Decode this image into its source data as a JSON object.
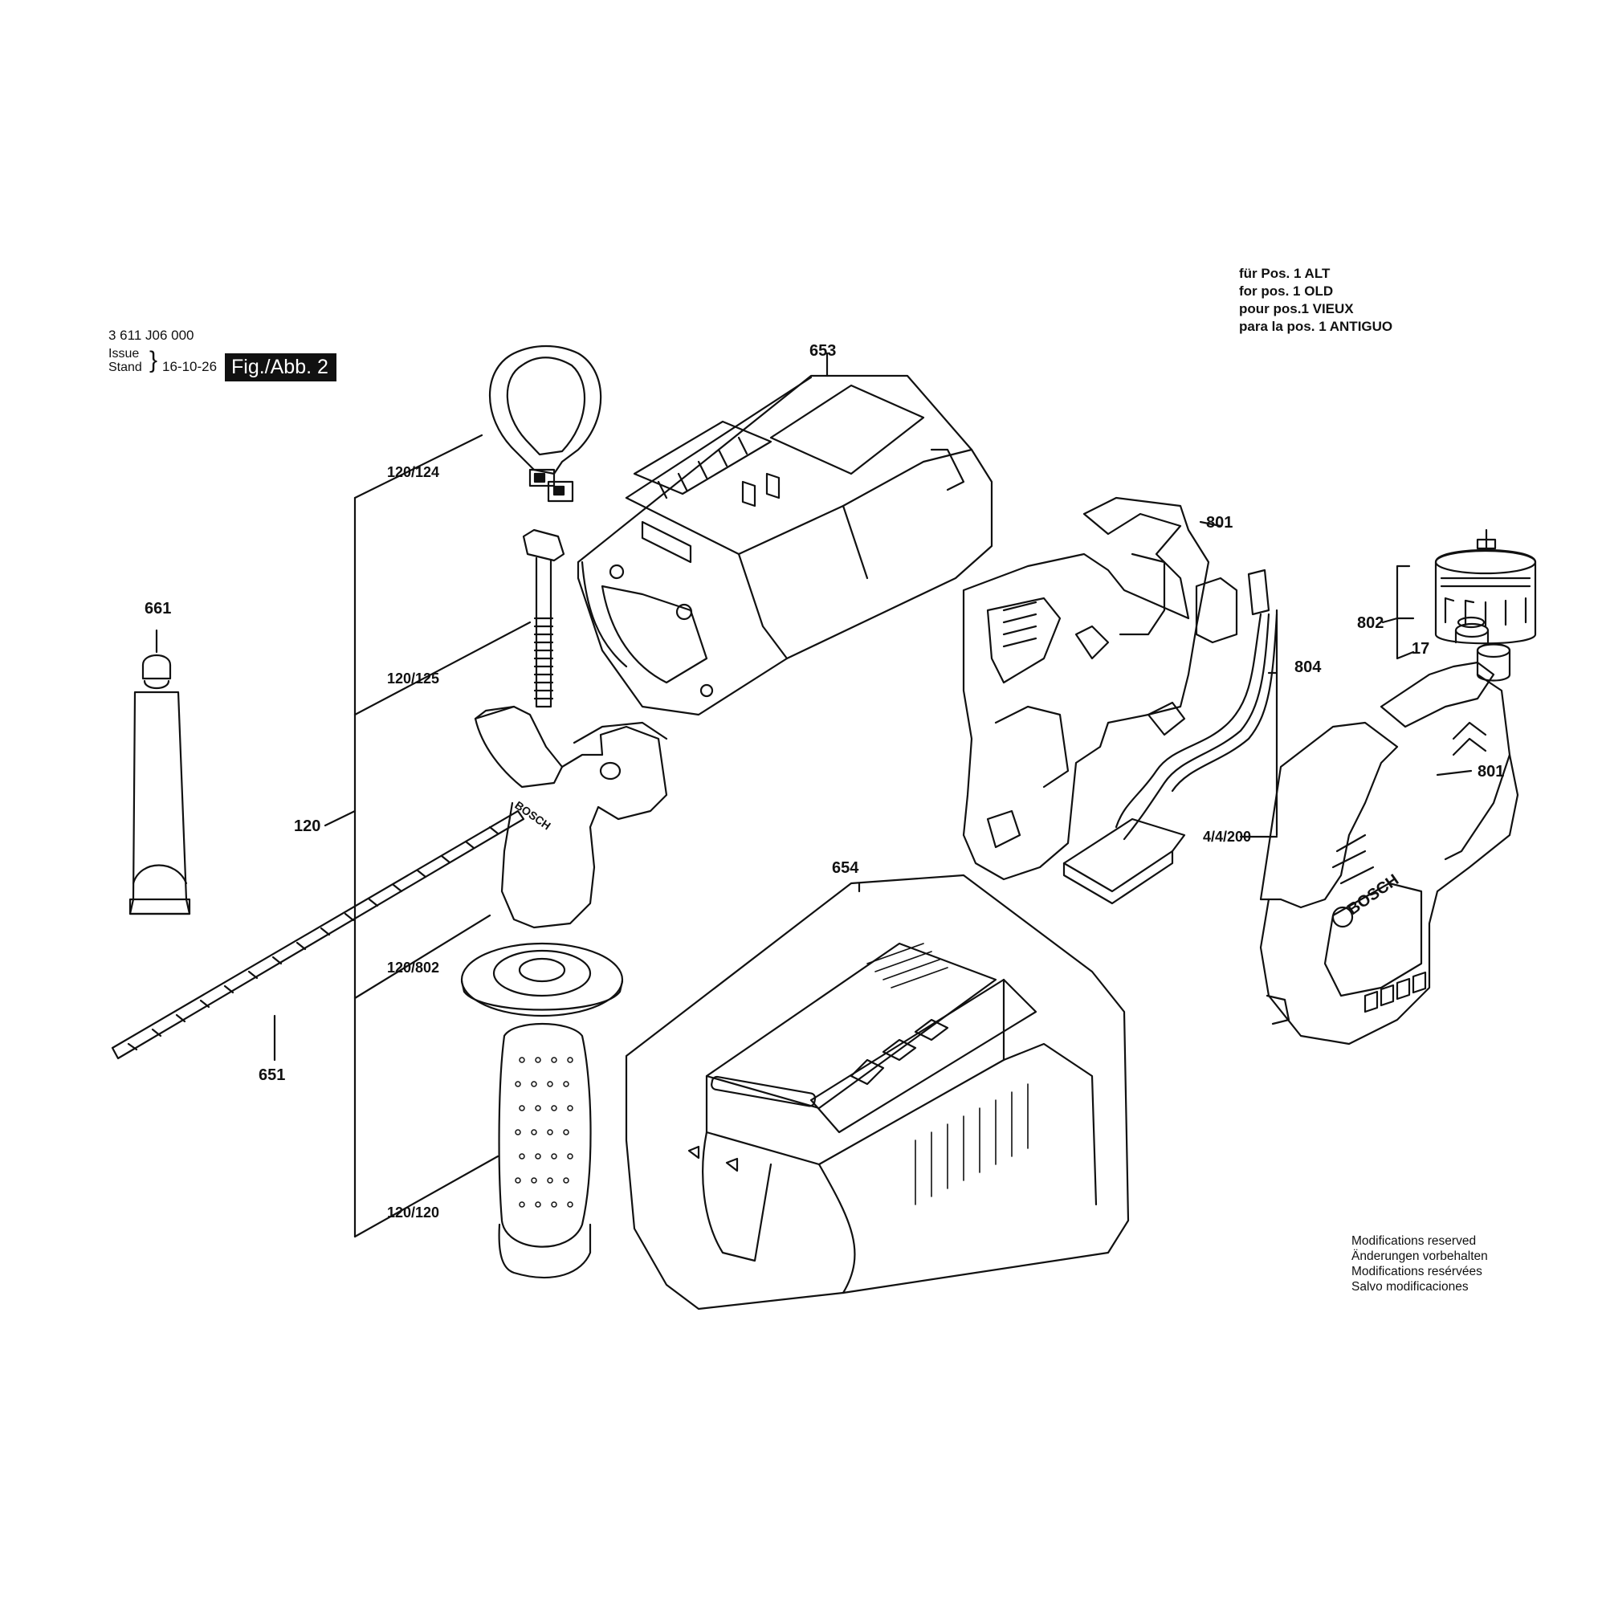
{
  "header": {
    "part_number": "3 611 J06 000",
    "issue_label": "Issue",
    "stand_label": "Stand",
    "date": "16-10-26",
    "figure_tag": "Fig./Abb. 2"
  },
  "note": {
    "lines": [
      "für Pos. 1 ALT",
      "for pos. 1 OLD",
      "pour pos.1 VIEUX",
      "para la pos. 1 ANTIGUO"
    ]
  },
  "modifications": {
    "lines": [
      "Modifications reserved",
      "Änderungen vorbehalten",
      "Modifications resérvées",
      "Salvo modificaciones"
    ]
  },
  "callouts": {
    "c653": "653",
    "c661": "661",
    "c120_124": "120/124",
    "c120_125": "120/125",
    "c120": "120",
    "c120_802": "120/802",
    "c651": "651",
    "c120_120": "120/120",
    "c654": "654",
    "c801_top": "801",
    "c804": "804",
    "c4_4_200": "4/4/200",
    "c802": "802",
    "c17": "17",
    "c801_right": "801"
  }
}
